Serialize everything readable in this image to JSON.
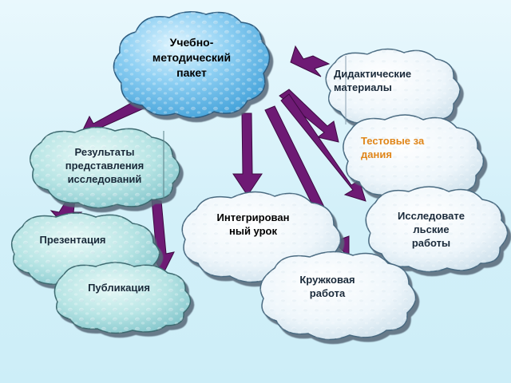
{
  "colors": {
    "arrow": "#6e1a74",
    "arrow_dark": "#3d0a42",
    "center_text": "#000000",
    "accent_text": "#e0861a",
    "node_text": "#1a2a3a"
  },
  "icons": {
    "cloud": "cloud-shape",
    "arrow": "thick-arrow"
  },
  "center": {
    "label_lines": [
      "Учебно-",
      "методический",
      "пакет"
    ]
  },
  "nodes": [
    {
      "id": "didactic",
      "label_lines": [
        "Дидактические",
        "материалы"
      ]
    },
    {
      "id": "tests",
      "label_lines": [
        "Тестовые за",
        "дания"
      ]
    },
    {
      "id": "research-results",
      "label_lines": [
        "Результаты",
        "представления",
        "исследований"
      ]
    },
    {
      "id": "integrated-lesson",
      "label_lines": [
        "Интегрирован",
        "ный урок"
      ]
    },
    {
      "id": "research-works",
      "label_lines": [
        "Исследовате",
        "льские",
        "работы"
      ]
    },
    {
      "id": "presentation",
      "label_lines": [
        "Презентация"
      ]
    },
    {
      "id": "club-work",
      "label_lines": [
        "Кружковая",
        "работа"
      ]
    },
    {
      "id": "publication",
      "label_lines": [
        "Публикация"
      ]
    }
  ]
}
